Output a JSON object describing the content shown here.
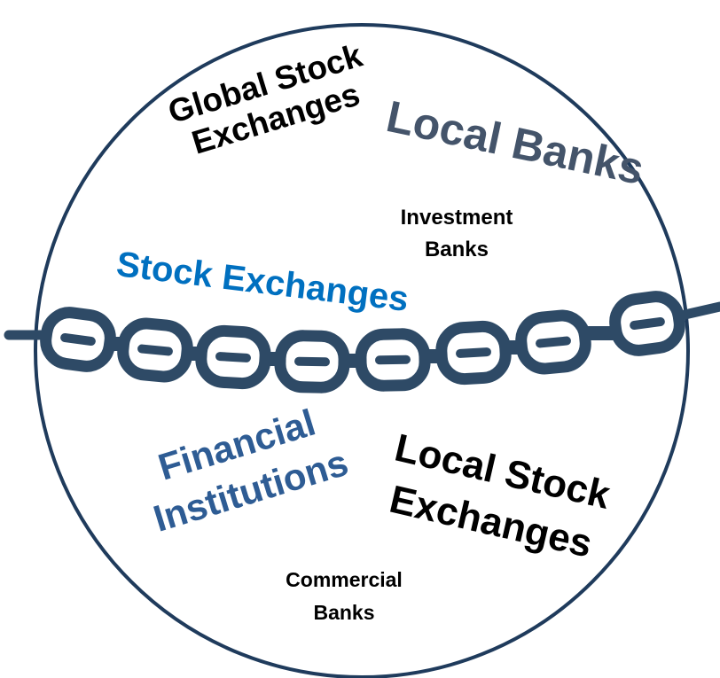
{
  "labels": {
    "global_stock_exchanges": [
      "Global Stock",
      "Exchanges"
    ],
    "local_banks": "Local Banks",
    "investment_banks": [
      "Investment",
      "Banks"
    ],
    "stock_exchanges": "Stock Exchanges",
    "financial_institutions": [
      "Financial",
      "Institutions"
    ],
    "local_stock_exchanges": [
      "Local Stock",
      "Exchanges"
    ],
    "commercial_banks": [
      "Commercial",
      "Banks"
    ]
  },
  "colors": {
    "circle_stroke": "#1f3b5c",
    "chain": "#2e4a66",
    "black_text": "#000000",
    "slate_text": "#44546a",
    "blue_text": "#0070c0",
    "mid_blue_text": "#2e5c94"
  }
}
